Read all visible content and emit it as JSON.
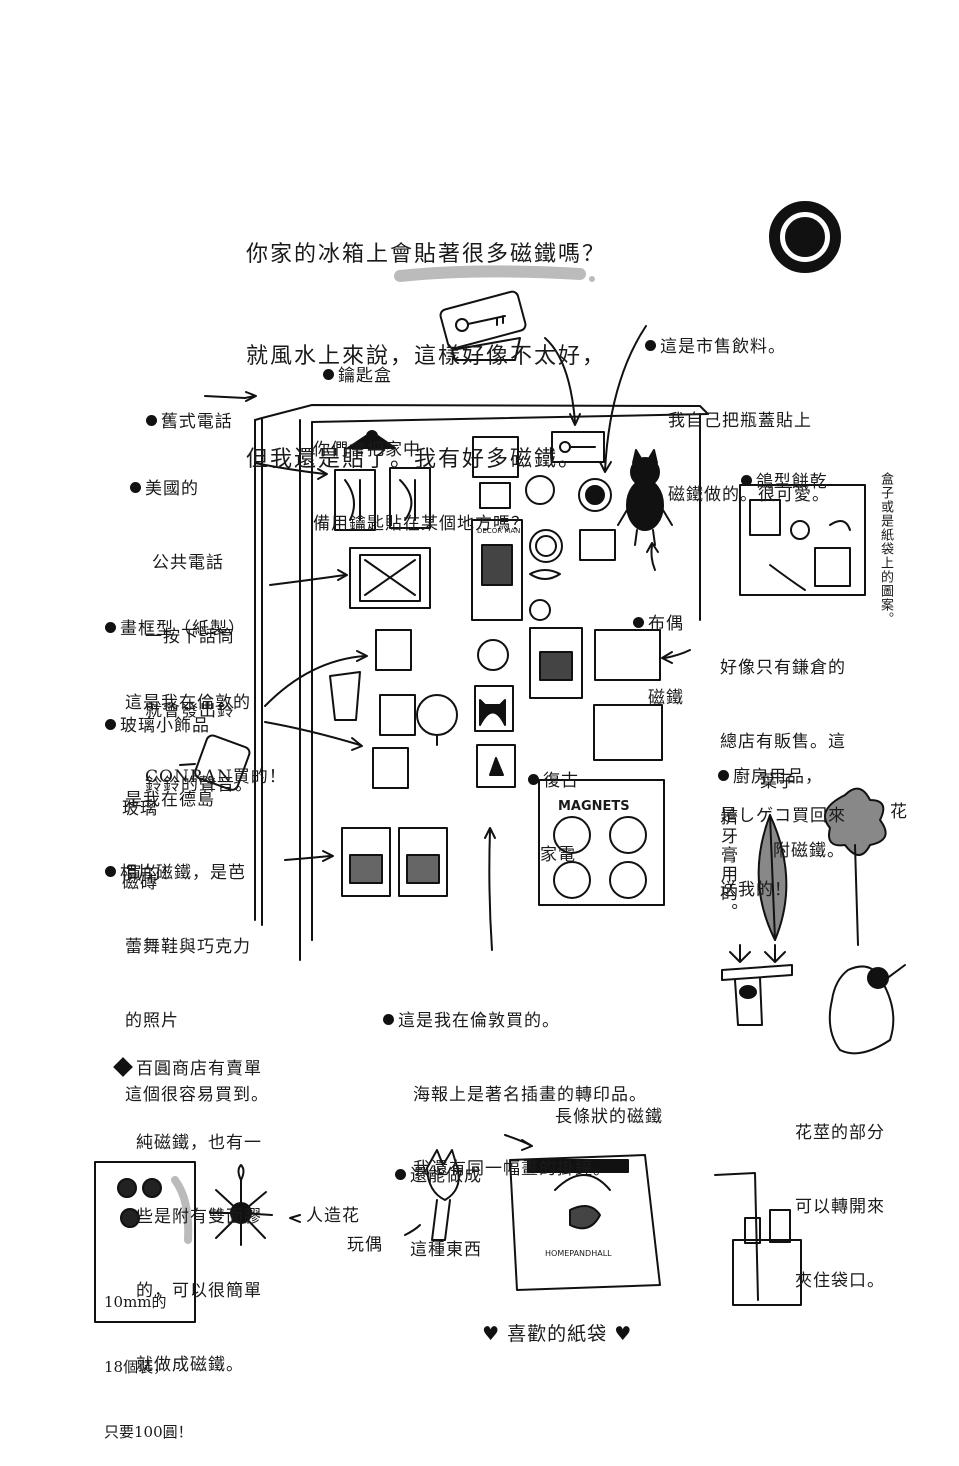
{
  "intro": {
    "lines": [
      "你家的冰箱上會貼著很多磁鐵嗎？",
      "就風水上來說，這樣好像不太好，",
      "但我還是貼了。我有好多磁鐵。"
    ]
  },
  "captions": {
    "key_box_title": "鑰匙盒",
    "key_box_body": [
      "你們會把家中",
      "備用鑰匙貼在某個地方嗎？"
    ],
    "drink": [
      "這是市售飲料。",
      "我自己把瓶蓋貼上",
      "磁鐵做的。很可愛。"
    ],
    "old_phone": "舊式電話",
    "us_phone": [
      "美國的",
      "公共電話",
      "一按下話筒",
      "就會發出鈴",
      "鈴鈴的聲音。"
    ],
    "frame": [
      "畫框型（紙製）",
      "這是我在倫敦的",
      "CONRAN買的！"
    ],
    "glass": [
      "玻璃小飾品",
      "是我在德島",
      "買的！"
    ],
    "glass_tile": [
      "玻璃",
      "磁磚"
    ],
    "photo": [
      "相片磁鐵，是芭",
      "蕾舞鞋與巧克力",
      "的照片",
      "這個很容易買到。"
    ],
    "pigeon_cookie": "鴿型餅乾",
    "box_note": "盒子或是紙袋上的圖案。",
    "plush": [
      "布偶",
      "磁鐵"
    ],
    "kamakura": [
      "好像只有鎌倉的",
      "總店有販售。這",
      "是しゲコ買回來",
      "送我的！"
    ],
    "kitchen": [
      "廚房用品，",
      "附磁鐵。"
    ],
    "retro": [
      "復古",
      "家電"
    ],
    "leaf": "葉子",
    "toothpaste": "擠牙膏用的。",
    "flower": "花",
    "stem": [
      "花莖的部分",
      "可以轉開來",
      "夾住袋口。"
    ],
    "london": [
      "這是我在倫敦買的。",
      "海報上是著名插畫的轉印品。",
      "我還有同一幅畫的掛鐘。"
    ],
    "hundred_yen": [
      "百圓商店有賣單",
      "純磁鐵，也有一",
      "些是附有雙面膠",
      "的，可以很簡單",
      "就做成磁鐵。"
    ],
    "card": [
      "10mm的",
      "18個裝，",
      "只要100圓！"
    ],
    "artificial_flower": "人造花",
    "doll": "玩偶",
    "can_make": [
      "還能做成",
      "這種東西"
    ],
    "long_magnet": "長條狀的磁鐵",
    "favorite_bag": "喜歡的紙袋",
    "magnets_poster": "MAGNETS",
    "bag_brand": "HOMEPANDHALL",
    "deco_label": "DECOR MAN"
  }
}
